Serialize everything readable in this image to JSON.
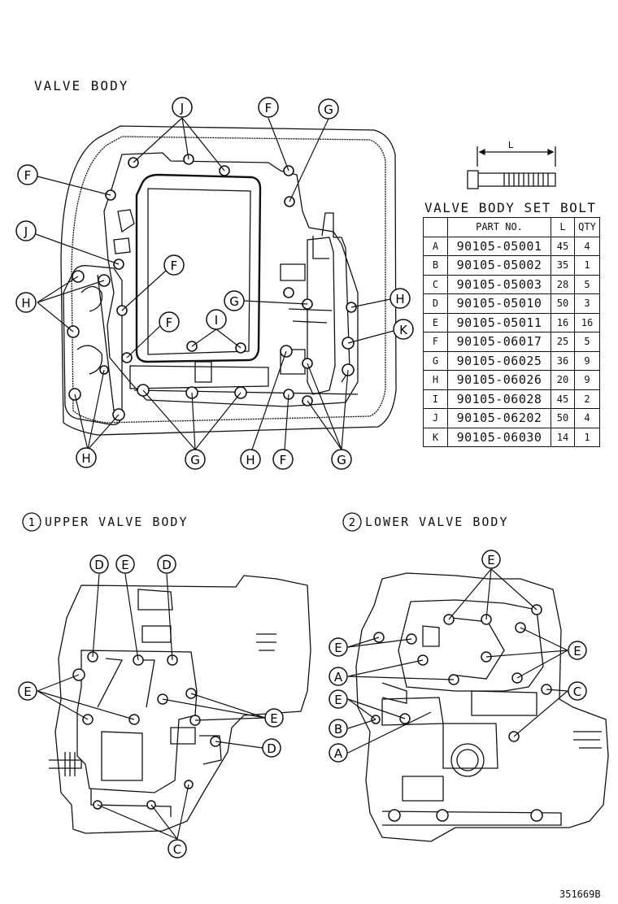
{
  "diagram_title": "VALVE BODY",
  "table": {
    "title": "VALVE BODY SET BOLT",
    "bolt_dim_label": "L",
    "headers": [
      "",
      "PART NO.",
      "L",
      "QTY"
    ],
    "rows": [
      {
        "key": "A",
        "part": "90105-05001",
        "l": "45",
        "qty": "4"
      },
      {
        "key": "B",
        "part": "90105-05002",
        "l": "35",
        "qty": "1"
      },
      {
        "key": "C",
        "part": "90105-05003",
        "l": "28",
        "qty": "5"
      },
      {
        "key": "D",
        "part": "90105-05010",
        "l": "50",
        "qty": "3"
      },
      {
        "key": "E",
        "part": "90105-05011",
        "l": "16",
        "qty": "16"
      },
      {
        "key": "F",
        "part": "90105-06017",
        "l": "25",
        "qty": "5"
      },
      {
        "key": "G",
        "part": "90105-06025",
        "l": "36",
        "qty": "9"
      },
      {
        "key": "H",
        "part": "90105-06026",
        "l": "20",
        "qty": "9"
      },
      {
        "key": "I",
        "part": "90105-06028",
        "l": "45",
        "qty": "2"
      },
      {
        "key": "J",
        "part": "90105-06202",
        "l": "50",
        "qty": "4"
      },
      {
        "key": "K",
        "part": "90105-06030",
        "l": "14",
        "qty": "1"
      }
    ]
  },
  "upper": {
    "num": "1",
    "label": "UPPER VALVE BODY"
  },
  "lower": {
    "num": "2",
    "label": "LOWER VALVE BODY"
  },
  "main_callouts": [
    "J",
    "F",
    "G",
    "F",
    "J",
    "F",
    "H",
    "G",
    "H",
    "K",
    "F",
    "I",
    "G",
    "H",
    "F",
    "G"
  ],
  "upper_callouts": [
    "D",
    "E",
    "D",
    "E",
    "E",
    "D",
    "C"
  ],
  "lower_callouts": [
    "E",
    "E",
    "E",
    "A",
    "E",
    "B",
    "A",
    "C"
  ],
  "figure_id": "351669B"
}
